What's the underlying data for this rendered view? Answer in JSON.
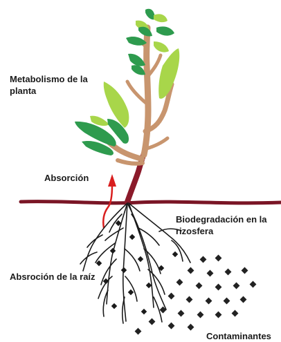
{
  "labels": {
    "metabolism": "Metabolismo de la planta",
    "absorption": "Absorción",
    "biodegradation": "Biodegradación en la rizosfera",
    "root_absorption": "Absroción de la raíz",
    "contaminants": "Contaminantes"
  },
  "colors": {
    "stem": "#c8956e",
    "stem_base": "#8b1a2a",
    "ground_line": "#7a1525",
    "leaf_dark": "#2e9b4e",
    "leaf_light": "#a8d64a",
    "arrow": "#d91e1e",
    "roots": "#1a1a1a",
    "contaminant": "#222222"
  }
}
